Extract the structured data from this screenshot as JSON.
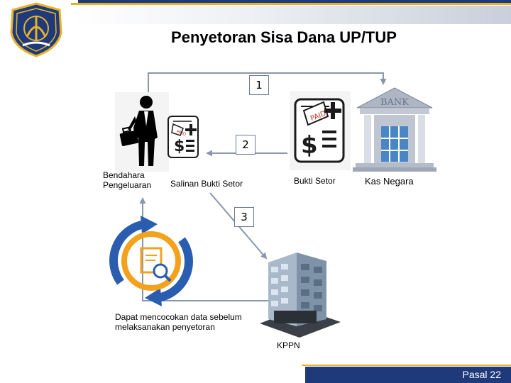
{
  "slide": {
    "title": "Penyetoran Sisa Dana UP/TUP",
    "footer_label": "Pasal 22"
  },
  "diagram": {
    "steps": [
      "1",
      "2",
      "3"
    ],
    "nodes": {
      "bendahara": {
        "label": "Bendahara Pengeluaran",
        "icon": "businessman-icon"
      },
      "salinan": {
        "label": "Salinan Bukti Setor",
        "icon": "paid-document-icon"
      },
      "bukti": {
        "label": "Bukti Setor",
        "icon": "paid-document-icon"
      },
      "bank": {
        "label": "Kas Negara",
        "icon": "bank-building-icon",
        "sign": "BANK"
      },
      "kppn": {
        "label": "KPPN",
        "icon": "office-building-icon"
      },
      "cycle": {
        "label": "Dapat mencocokan data sebelum melaksanakan penyetoran",
        "icon": "review-cycle-icon"
      }
    },
    "paid_stamp": "PAID",
    "colors": {
      "navy": "#1f3a7a",
      "gold": "#e6b22a",
      "arrow": "#8a96ad",
      "blue": "#2a5db0",
      "orange": "#f3a21d"
    }
  }
}
